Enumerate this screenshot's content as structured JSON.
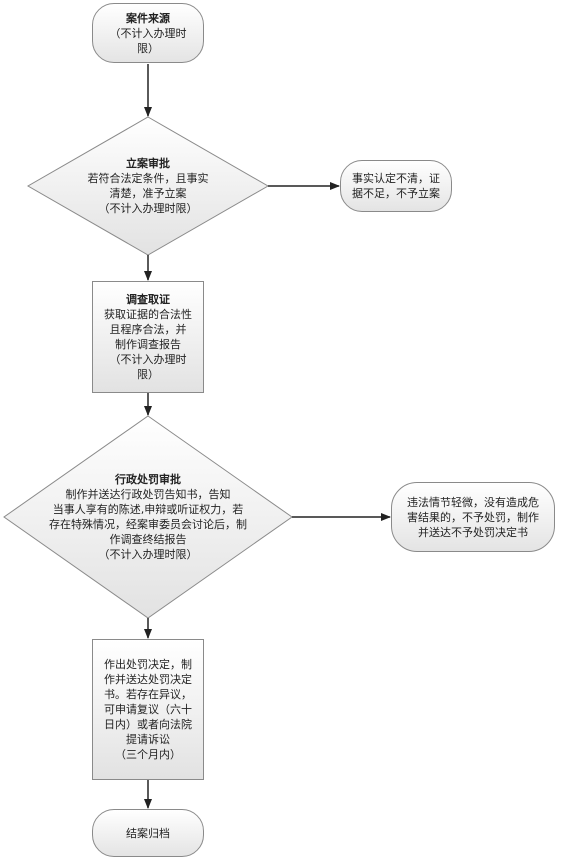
{
  "nodes": {
    "start": {
      "title": "案件来源",
      "lines": [
        "（不计入办理时",
        "限）"
      ]
    },
    "filing": {
      "title": "立案审批",
      "lines": [
        "若符合法定条件，且事实",
        "清楚，准予立案",
        "（不计入办理时限）"
      ]
    },
    "no_filing": {
      "lines": [
        "事实认定不清，证",
        "据不足，不予立案"
      ]
    },
    "investigate": {
      "title": "调查取证",
      "lines": [
        "获取证据的合法性",
        "且程序合法，并",
        "制作调查报告",
        "（不计入办理时",
        "限）"
      ]
    },
    "penalty_review": {
      "title": "行政处罚审批",
      "lines": [
        "制作并送达行政处罚告知书，告知",
        "当事人享有的陈述,申辩或听证权力，若",
        "存在特殊情况，经案审委员会讨论后，制",
        "作调查终结报告",
        "（不计入办理时限）"
      ]
    },
    "no_penalty": {
      "lines": [
        "违法情节轻微，没有造成危",
        "害结果的，不予处罚，制作",
        "并送达不予处罚决定书"
      ]
    },
    "decision": {
      "lines": [
        "作出处罚决定，制",
        "作并送达处罚决定",
        "书。若存在异议，",
        "可申请复议（六十",
        "日内）或者向法院",
        "提请诉讼",
        "（三个月内）"
      ]
    },
    "archive": {
      "title": "结案归档"
    }
  }
}
